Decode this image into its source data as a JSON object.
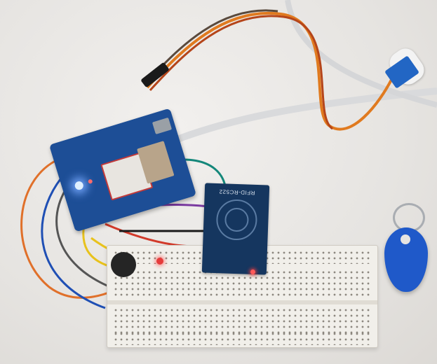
{
  "photo": {
    "description": "Overhead photo of an electronics prototype on a white table",
    "components": {
      "rfid_module": {
        "label": "RFID-RC522"
      },
      "controller_board": {
        "name": "controller board with GSM module"
      },
      "breadboard": {
        "name": "solderless breadboard"
      },
      "rfid_tag": {
        "name": "blue RFID key fob",
        "color": "#1f59c9"
      },
      "servo": {
        "name": "micro servo",
        "color": "#2266c4"
      },
      "buzzer": {
        "name": "buzzer"
      },
      "leds": [
        "blue status LED",
        "red LED",
        "red RFID power LED"
      ]
    }
  }
}
